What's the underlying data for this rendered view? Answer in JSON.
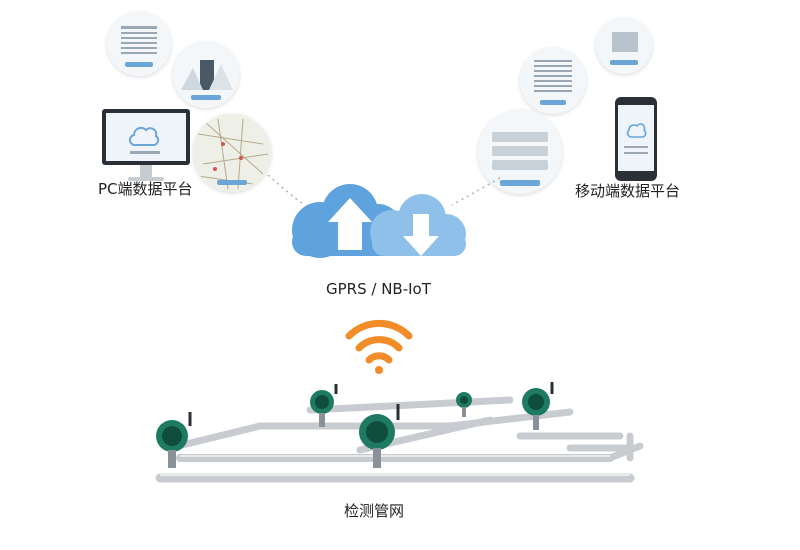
{
  "labels": {
    "pc_platform": "PC端数据平台",
    "mobile_platform": "移动端数据平台",
    "network": "GPRS / NB-IoT",
    "pipe_network": "检测管网"
  },
  "icons": {
    "cloud": "cloud-upload-download-icon",
    "wifi": "wifi-signal-icon",
    "monitor": "desktop-monitor-icon",
    "phone": "smartphone-icon",
    "meter": "flow-meter-icon"
  },
  "colors": {
    "cloud": "#5fa3de",
    "cloud_light": "#8ec0ea",
    "wifi": "#f28c28",
    "meter_green": "#1f7a62",
    "pipe": "#c8ccd0"
  }
}
